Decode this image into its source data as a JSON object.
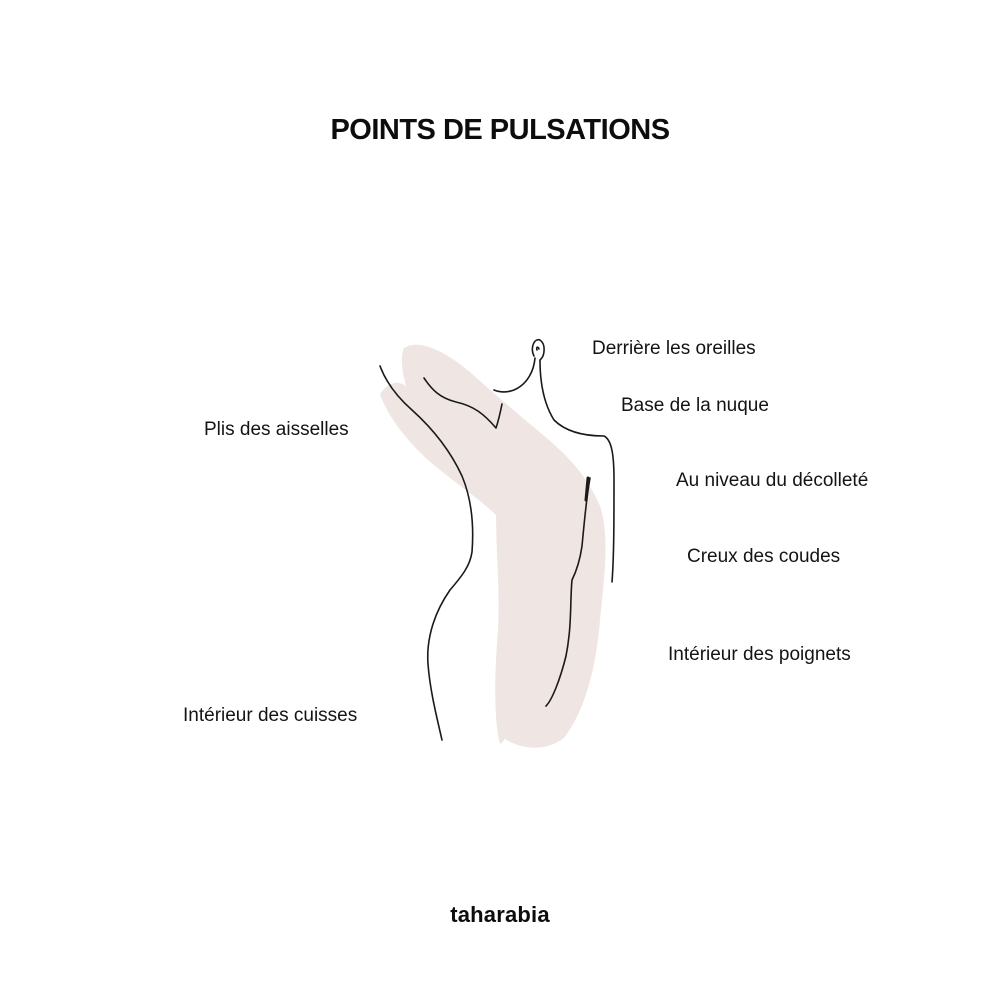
{
  "title": "POINTS DE PULSATIONS",
  "labels": {
    "ears": "Derrière les oreilles",
    "nape": "Base de la nuque",
    "armpits": "Plis des aisselles",
    "neckline": "Au niveau du décolleté",
    "elbows": "Creux des coudes",
    "wrists": "Intérieur des poignets",
    "thighs": "Intérieur des cuisses"
  },
  "brand": "taharabia",
  "colors": {
    "highlight": "#efe6e3",
    "line": "#1a1a1a"
  },
  "icons": [
    "body-outline-illustration"
  ]
}
